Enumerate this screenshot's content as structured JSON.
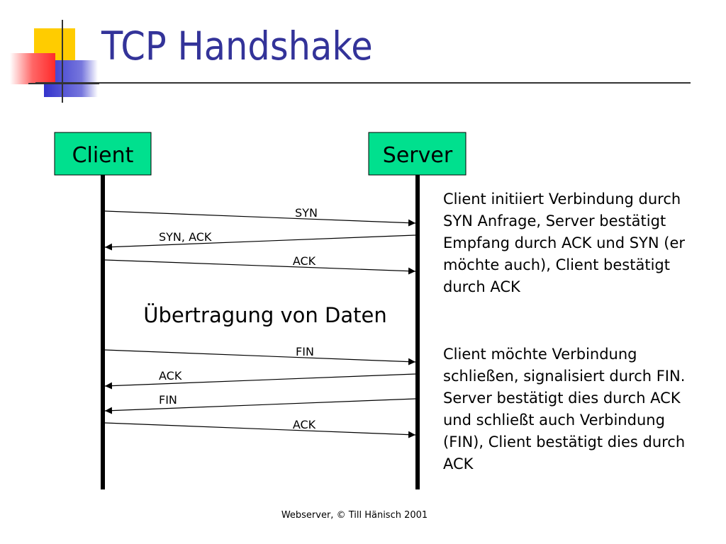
{
  "title": "TCP Handshake",
  "client_label": "Client",
  "server_label": "Server",
  "messages": [
    {
      "label": "SYN",
      "from": "client",
      "to": "server"
    },
    {
      "label": "SYN, ACK",
      "from": "server",
      "to": "client"
    },
    {
      "label": "ACK",
      "from": "client",
      "to": "server"
    },
    {
      "label": "FIN",
      "from": "client",
      "to": "server"
    },
    {
      "label": "ACK",
      "from": "server",
      "to": "client"
    },
    {
      "label": "FIN",
      "from": "server",
      "to": "client"
    },
    {
      "label": "ACK",
      "from": "client",
      "to": "server"
    }
  ],
  "data_transfer_label": "Übertragung von Daten",
  "note_connect": "Client initiiert Verbindung durch SYN Anfrage, Server bestätigt Empfang durch ACK und SYN (er möchte auch), Client bestätigt durch ACK",
  "note_close": "Client möchte Verbindung schließen, signalisiert durch FIN. Server bestätigt dies durch ACK und schließt auch Verbindung (FIN), Client bestätigt dies durch ACK",
  "footer": "Webserver, © Till Hänisch 2001",
  "colors": {
    "title": "#333399",
    "box_fill": "#00e08e",
    "logo_yellow": "#ffcc00",
    "logo_red": "#ff3333",
    "logo_blue": "#3333cc"
  }
}
